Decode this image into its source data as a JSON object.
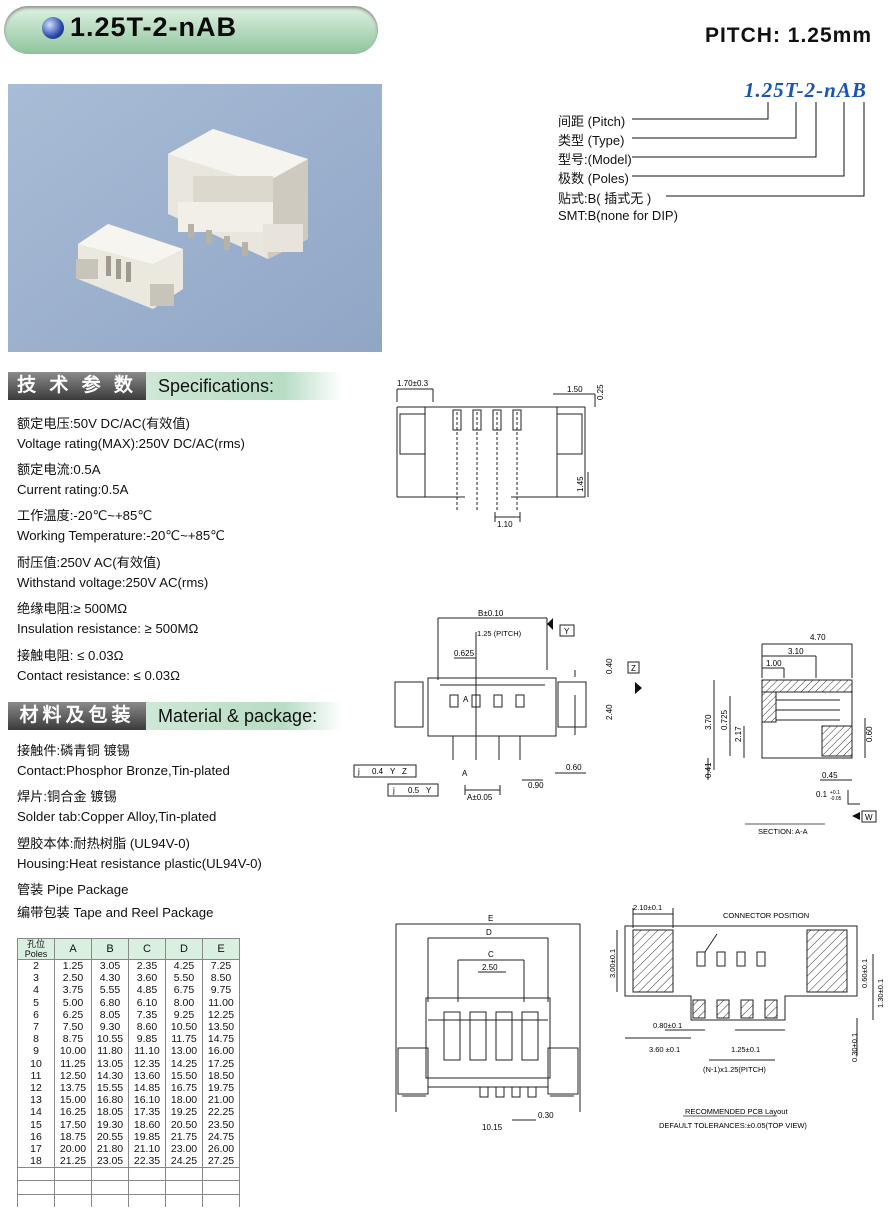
{
  "header": {
    "title": "1.25T-2-nAB",
    "pitch": "PITCH: 1.25mm"
  },
  "model_code": {
    "code": "1.25T-2-nAB",
    "labels": [
      "间距 (Pitch)",
      "类型 (Type)",
      "型号:(Model)",
      "极数 (Poles)",
      "贴式:B( 插式无 )",
      "SMT:B(none for DIP)"
    ]
  },
  "specifications": {
    "title_cn": "技 术 参 数",
    "title_en": "Specifications:",
    "lines": [
      "额定电压:50V DC/AC(有效值)",
      "Voltage rating(MAX):250V DC/AC(rms)",
      "额定电流:0.5A",
      "Current rating:0.5A",
      "工作温度:-20℃~+85℃",
      "Working Temperature:-20℃~+85℃",
      "耐压值:250V AC(有效值)",
      "Withstand voltage:250V AC(rms)",
      "绝缘电阻:≥ 500MΩ",
      "Insulation resistance: ≥ 500MΩ",
      "接触电阻: ≤ 0.03Ω",
      "Contact resistance: ≤ 0.03Ω"
    ]
  },
  "material": {
    "title_cn": "材料及包装",
    "title_en": "Material & package:",
    "lines": [
      "接触件:磷青铜 镀锡",
      "Contact:Phosphor Bronze,Tin-plated",
      "焊片:铜合金 镀锡",
      "Solder tab:Copper Alloy,Tin-plated",
      "塑胶本体:耐热树脂 (UL94V-0)",
      "Housing:Heat resistance plastic(UL94V-0)",
      "管装 Pipe Package",
      "编带包装 Tape and Reel Package"
    ]
  },
  "table": {
    "header_cn": "孔位",
    "header_en": "Poles",
    "columns": [
      "A",
      "B",
      "C",
      "D",
      "E"
    ],
    "rows": [
      [
        "2",
        "1.25",
        "3.05",
        "2.35",
        "4.25",
        "7.25"
      ],
      [
        "3",
        "2.50",
        "4.30",
        "3.60",
        "5.50",
        "8.50"
      ],
      [
        "4",
        "3.75",
        "5.55",
        "4.85",
        "6.75",
        "9.75"
      ],
      [
        "5",
        "5.00",
        "6.80",
        "6.10",
        "8.00",
        "11.00"
      ],
      [
        "6",
        "6.25",
        "8.05",
        "7.35",
        "9.25",
        "12.25"
      ],
      [
        "7",
        "7.50",
        "9.30",
        "8.60",
        "10.50",
        "13.50"
      ],
      [
        "8",
        "8.75",
        "10.55",
        "9.85",
        "11.75",
        "14.75"
      ],
      [
        "9",
        "10.00",
        "11.80",
        "11.10",
        "13.00",
        "16.00"
      ],
      [
        "10",
        "11.25",
        "13.05",
        "12.35",
        "14.25",
        "17.25"
      ],
      [
        "11",
        "12.50",
        "14.30",
        "13.60",
        "15.50",
        "18.50"
      ],
      [
        "12",
        "13.75",
        "15.55",
        "14.85",
        "16.75",
        "19.75"
      ],
      [
        "13",
        "15.00",
        "16.80",
        "16.10",
        "18.00",
        "21.00"
      ],
      [
        "14",
        "16.25",
        "18.05",
        "17.35",
        "19.25",
        "22.25"
      ],
      [
        "15",
        "17.50",
        "19.30",
        "18.60",
        "20.50",
        "23.50"
      ],
      [
        "16",
        "18.75",
        "20.55",
        "19.85",
        "21.75",
        "24.75"
      ],
      [
        "17",
        "20.00",
        "21.80",
        "21.10",
        "23.00",
        "26.00"
      ],
      [
        "18",
        "21.25",
        "23.05",
        "22.35",
        "24.25",
        "27.25"
      ]
    ]
  },
  "drawings": {
    "top_view": {
      "d1": "1.70±0.3",
      "d2": "1.50",
      "d3": "0.25",
      "d4": "1.45",
      "d5": "1.10"
    },
    "front_view": {
      "b": "B±0.10",
      "pitch": "1.25 (PITCH)",
      "d625": "0.625",
      "d040": "0.40",
      "d240": "2.40",
      "z": "Z",
      "y": "Y",
      "a": "A",
      "tol1": [
        "j",
        "0.4",
        "Y",
        "Z"
      ],
      "tol2": [
        "j",
        "0.5",
        "Y"
      ],
      "a005": "A±0.05",
      "d090": "0.90",
      "d060": "0.60"
    },
    "section": {
      "d470": "4.70",
      "d310": "3.10",
      "d100": "1.00",
      "d370": "3.70",
      "d0725": "0.725",
      "d217": "2.17",
      "d060": "0.60",
      "d041": "0.41",
      "d045": "0.45",
      "d01": "0.1",
      "tol_plus": "+0.1",
      "tol_minus": "-0.05",
      "w": "W",
      "caption": "SECTION: A-A"
    },
    "bottom_view": {
      "e": "E",
      "d": "D",
      "c": "C",
      "d250": "2.50",
      "d030": "0.30",
      "d1015": "10.15"
    },
    "pcb": {
      "d210": "2.10±0.1",
      "connector_position": "CONNECTOR POSITION",
      "d300": "3.00±0.1",
      "d060": "0.60±0.1",
      "d130": "1.30±0.1",
      "d080": "0.80±0.1",
      "d360": "3.60 ±0.1",
      "d125": "1.25±0.1",
      "pitch_formula": "(N-1)x1.25(PITCH)",
      "d030": "0.30±0.1",
      "caption1": "RECOMMENDED PCB Layout",
      "caption2": "DEFAULT TOLERANCES:±0.05(TOP VIEW)"
    }
  }
}
